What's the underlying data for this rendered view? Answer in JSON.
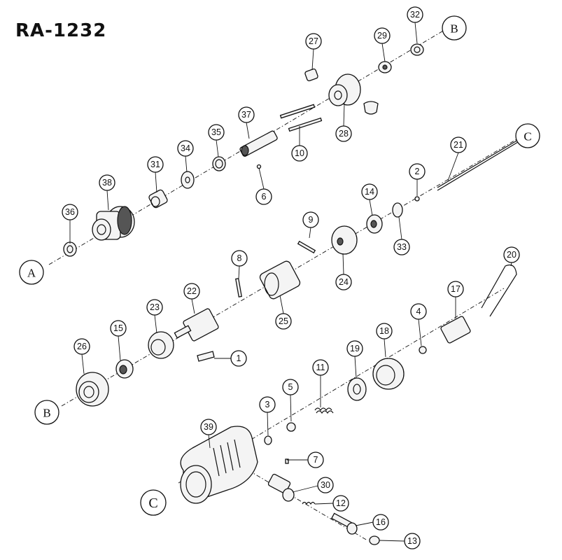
{
  "title": "RA-1232",
  "connectors": {
    "A": "A",
    "B": "B",
    "C": "C"
  },
  "callouts": {
    "p1": "1",
    "p2": "2",
    "p3": "3",
    "p4": "4",
    "p5": "5",
    "p6": "6",
    "p7": "7",
    "p8": "8",
    "p9": "9",
    "p10": "10",
    "p11": "11",
    "p12": "12",
    "p13": "13",
    "p14": "14",
    "p15": "15",
    "p16": "16",
    "p17": "17",
    "p18": "18",
    "p19": "19",
    "p20": "20",
    "p21": "21",
    "p22": "22",
    "p23": "23",
    "p24": "24",
    "p25": "25",
    "p26": "26",
    "p27": "27",
    "p28": "28",
    "p29": "29",
    "p30": "30",
    "p31": "31",
    "p32": "32",
    "p33": "33",
    "p34": "34",
    "p35": "35",
    "p36": "36",
    "p37": "37",
    "p38": "38",
    "p39": "39"
  }
}
